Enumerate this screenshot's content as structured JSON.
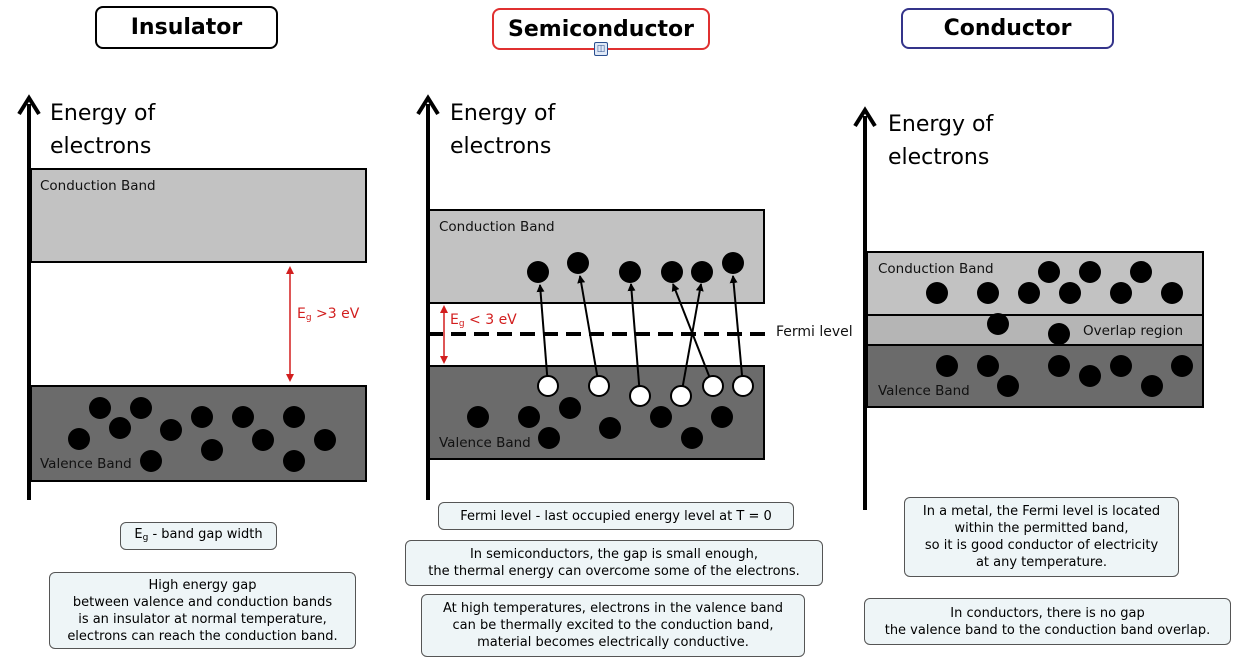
{
  "panels": {
    "insulator": {
      "title": "Insulator",
      "axis_label_line1": "Energy of",
      "axis_label_line2": "electrons",
      "conduction_band": "Conduction Band",
      "valence_band": "Valence Band",
      "gap_symbol": "E",
      "gap_sub": "g",
      "gap_text": " >3 eV",
      "legend_symbol": "E",
      "legend_sub": "g",
      "legend_text": " - band gap width",
      "note": "High energy gap\nbetween valence and conduction bands\nis an insulator at normal temperature,\nelectrons can reach the conduction band."
    },
    "semiconductor": {
      "title": "Semiconductor",
      "badge_icon": "network-icon",
      "axis_label_line1": "Energy of",
      "axis_label_line2": "electrons",
      "conduction_band": "Conduction Band",
      "valence_band": "Valence Band",
      "gap_symbol": "E",
      "gap_sub": "g",
      "gap_text": " < 3 eV",
      "fermi_label": "Fermi level",
      "fermi_note": "Fermi level - last occupied energy level at T = 0",
      "note1": "In semiconductors, the gap is small enough,\nthe thermal energy can overcome some of the electrons.",
      "note2": "At high temperatures, electrons in the valence band\ncan be thermally excited to the conduction band,\nmaterial becomes electrically conductive."
    },
    "conductor": {
      "title": "Conductor",
      "axis_label_line1": "Energy of",
      "axis_label_line2": "electrons",
      "conduction_band": "Conduction Band",
      "overlap_region": "Overlap region",
      "valence_band": "Valence Band",
      "note1": "In a metal, the Fermi level is located\nwithin the permitted band,\nso it is good conductor of electricity\nat any temperature.",
      "note2": "In conductors, there is no gap\nthe valence band to the conduction band overlap."
    }
  },
  "colors": {
    "insulator_border": "#000000",
    "semiconductor_border": "#e03030",
    "conductor_border": "#34348a",
    "band_light": "#c2c2c2",
    "band_dark": "#6b6b6b",
    "gap_arrow": "#d21e1e",
    "note_bg": "#eef5f7"
  }
}
